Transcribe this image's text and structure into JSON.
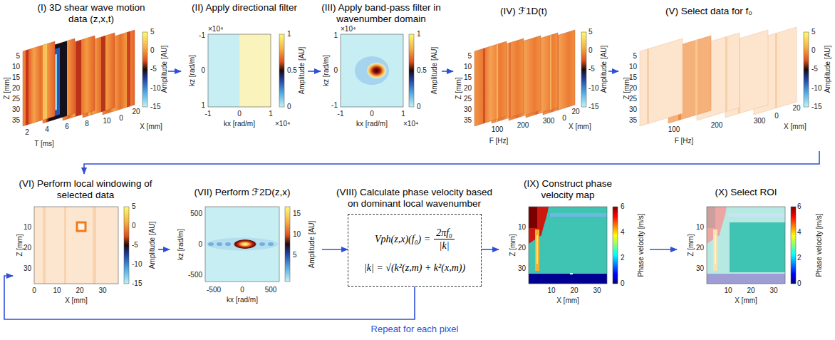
{
  "diagram": {
    "nodes": [
      {
        "text": [
          "(I) 3D shear wave motion data (z,x,t)",
          "5",
          "10",
          "15",
          "20",
          "25",
          "30",
          "35",
          "Z [mm]",
          "2",
          "4",
          "6",
          "8",
          "10",
          "T [ms]",
          "0",
          "20",
          "X [mm]",
          "5",
          "0",
          "-5",
          "-10",
          "-15",
          "Amplitude [AU]"
        ]
      },
      {
        "text": [
          "(II) Apply directional filter",
          "×10⁴",
          "-1",
          "0",
          "1",
          "kz [rad/m]",
          "-1",
          "0",
          "1",
          "kx [rad/m]",
          "×10⁴",
          "1",
          "0.5",
          "0",
          "Amplitude [AU]"
        ]
      },
      {
        "text": [
          "(III) Apply band-pass filter in wavenumber domain",
          "×10⁴",
          "1",
          "0",
          "-1",
          "kz [rad/m]",
          "-1",
          "0",
          "1",
          "kx [rad/m]",
          "×10⁴",
          "1",
          "0.5",
          "0",
          "Amplitude [AU]"
        ]
      },
      {
        "text": [
          "(IV) ℱ1D(t)",
          "5",
          "10",
          "15",
          "20",
          "25",
          "30",
          "35",
          "Z [mm]",
          "100",
          "200",
          "300",
          "F [Hz]",
          "0",
          "20",
          "X [mm]",
          "5",
          "0",
          "-5",
          "-10",
          "-15",
          "Amplitude [AU]"
        ]
      },
      {
        "text": [
          "(V) Select data for f₀",
          "5",
          "10",
          "15",
          "20",
          "25",
          "30",
          "35",
          "Z [mm]",
          "100",
          "200",
          "300",
          "F [Hz]",
          "0",
          "20",
          "X [mm]",
          "5",
          "0",
          "-5",
          "-10",
          "-15",
          "Amplitude [AU]"
        ]
      },
      {
        "text": [
          "(VI) Perform local windowing of selected data",
          "10",
          "20",
          "30",
          "Z [mm]",
          "0",
          "10",
          "20",
          "30",
          "X [mm]",
          "5",
          "0",
          "-5",
          "-10",
          "-15",
          "Amplitude [AU]"
        ]
      },
      {
        "text": [
          "(VII) Perform ℱ2D(z,x)",
          "500",
          "0",
          "-500",
          "kz [rad/m]",
          "-500",
          "0",
          "500",
          "kx [rad/m]",
          "15",
          "10",
          "5",
          "Amplitude [AU]"
        ]
      },
      {
        "text": [
          "(VIII) Calculate phase velocity based on dominant local wavenumber",
          "Vph(z,x)(f₀) =",
          "2πf₀",
          "|k|",
          "|k| = √(k²(z,m) + k²(x,m))"
        ]
      },
      {
        "text": [
          "(IX) Construct phase velocity map",
          "10",
          "20",
          "30",
          "Z [mm]",
          "10",
          "20",
          "30",
          "X [mm]",
          "6",
          "4",
          "2",
          "0",
          "Phase velocity [m/s]"
        ]
      },
      {
        "text": [
          "(X) Select ROI",
          "10",
          "20",
          "30",
          "Z [mm]",
          "10",
          "20",
          "30",
          "X [mm]",
          "6",
          "4",
          "2",
          "0",
          "Phase velocity [m/s]"
        ]
      }
    ],
    "edges": [
      {
        "from": 0,
        "to": 1,
        "arrow": "to"
      },
      {
        "from": 1,
        "to": 2,
        "arrow": "to"
      },
      {
        "from": 2,
        "to": 3,
        "arrow": "to"
      },
      {
        "from": 3,
        "to": 4,
        "arrow": "to"
      },
      {
        "from": 4,
        "to": 5,
        "arrow": "to"
      },
      {
        "from": 5,
        "to": 6,
        "arrow": "to"
      },
      {
        "from": 6,
        "to": 7,
        "arrow": "to"
      },
      {
        "from": 7,
        "to": 8,
        "arrow": "to"
      },
      {
        "from": 8,
        "to": 9,
        "arrow": "to"
      },
      {
        "from": 7,
        "to": 5,
        "label": "Repeat for each pixel",
        "arrow": "to"
      }
    ]
  }
}
